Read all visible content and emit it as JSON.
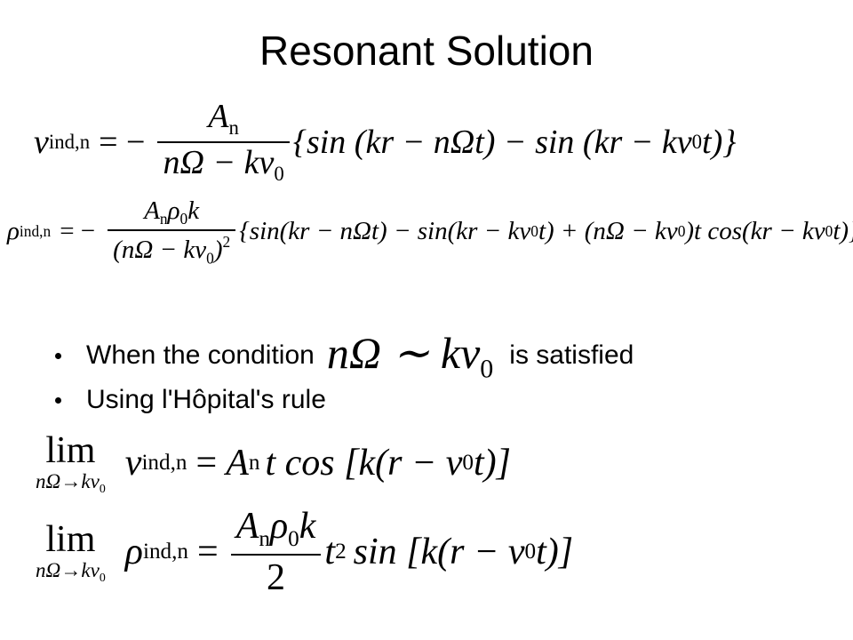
{
  "slide": {
    "title": "Resonant Solution"
  },
  "equations": {
    "v_ind": {
      "lhs": "v",
      "lhs_sub": "ind,n",
      "eq": "= −",
      "num": "A",
      "num_sub": "n",
      "den": "nΩ − kv",
      "den_sub": "0",
      "body": "{sin (kr − nΩt) − sin (kr − kv",
      "body_sub": "0",
      "body_end": "t)}"
    },
    "rho_ind": {
      "lhs": "ρ",
      "lhs_sub": "ind,n",
      "eq": "= −",
      "num": "A",
      "num_sub": "n",
      "num_rho": "ρ",
      "num_rho_sub": "0",
      "num_k": "k",
      "den": "(nΩ − kv",
      "den_sub": "0",
      "den_end": ")",
      "den_sup": "2",
      "body": "{sin(kr − nΩt) − sin(kr − kv",
      "body_sub1": "0",
      "body_mid": "t) + (nΩ − kv",
      "body_sub2": "0",
      "body_mid2": ")t cos(kr − kv",
      "body_sub3": "0",
      "body_end": "t)}"
    }
  },
  "bullets": [
    {
      "before": "When the condition",
      "cond": "nΩ ∼ kv",
      "cond_sub": "0",
      "after": "is satisfied"
    },
    {
      "text": "Using l'Hôpital's rule"
    }
  ],
  "limits": {
    "lim1": {
      "lim": "lim",
      "under": "nΩ→kv",
      "under_sub": "0",
      "lhs": "v",
      "lhs_sub": "ind,n",
      "eq": "=",
      "rhs": "A",
      "rhs_sub": "n",
      "rhs_rest": "t cos [k(r − v",
      "rhs_sub2": "0",
      "rhs_end": "t)]"
    },
    "lim2": {
      "lim": "lim",
      "under": "nΩ→kv",
      "under_sub": "0",
      "lhs": "ρ",
      "lhs_sub": "ind,n",
      "eq": "=",
      "num": "A",
      "num_sub": "n",
      "num_rho": "ρ",
      "num_rho_sub": "0",
      "num_k": "k",
      "den": "2",
      "rhs": "t",
      "rhs_sup": "2",
      "rhs_rest": "sin [k(r − v",
      "rhs_sub2": "0",
      "rhs_end": "t)]"
    }
  }
}
